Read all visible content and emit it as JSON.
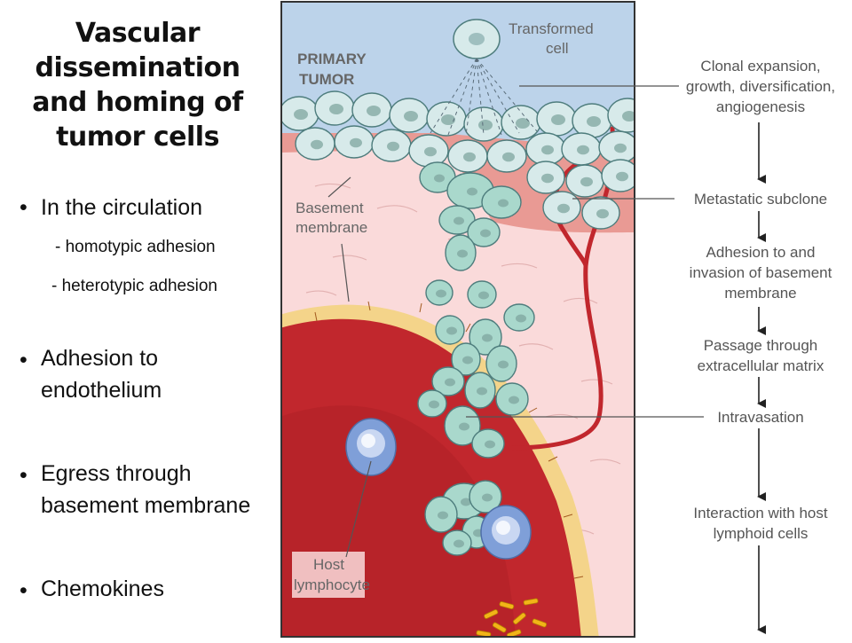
{
  "title": [
    "Vascular",
    "dissemination",
    "and  homing of",
    "tumor cells"
  ],
  "bullets": [
    {
      "text": [
        "In the circulation"
      ],
      "subs": [
        "- homotypic adhesion",
        "- heterotypic adhesion"
      ]
    },
    {
      "text": [
        "Adhesion to",
        "endothelium"
      ]
    },
    {
      "text": [
        "Egress through",
        "basement membrane"
      ]
    },
    {
      "text": [
        "Chemokines"
      ]
    }
  ],
  "bullet_glyph": "•",
  "diagram": {
    "labels": {
      "primary_tumor": [
        "PRIMARY",
        "TUMOR"
      ],
      "transformed_cell": [
        "Transformed",
        "cell"
      ],
      "basement_membrane": [
        "Basement",
        "membrane"
      ],
      "host_lymphocyte": [
        "Host",
        "lymphocyte"
      ]
    },
    "steps": [
      [
        "Clonal expansion,",
        "growth, diversification,",
        "angiogenesis"
      ],
      [
        "Metastatic subclone"
      ],
      [
        "Adhesion to and",
        "invasion of basement",
        "membrane"
      ],
      [
        "Passage through",
        "extracellular matrix"
      ],
      [
        "Intravasation"
      ],
      [
        "Interaction with host",
        "lymphoid cells"
      ]
    ],
    "colors": {
      "tumor_bg": "#bcd3ea",
      "tumor_cell": "#d7eaea",
      "subclone_cell": "#a9d8cc",
      "matrix": "#fadada",
      "basement": "#e99a94",
      "vessel": "#c1272d",
      "endothelium": "#f4d48a",
      "lymphocyte": "#7f9fd8",
      "platelet": "#f2b418"
    }
  }
}
